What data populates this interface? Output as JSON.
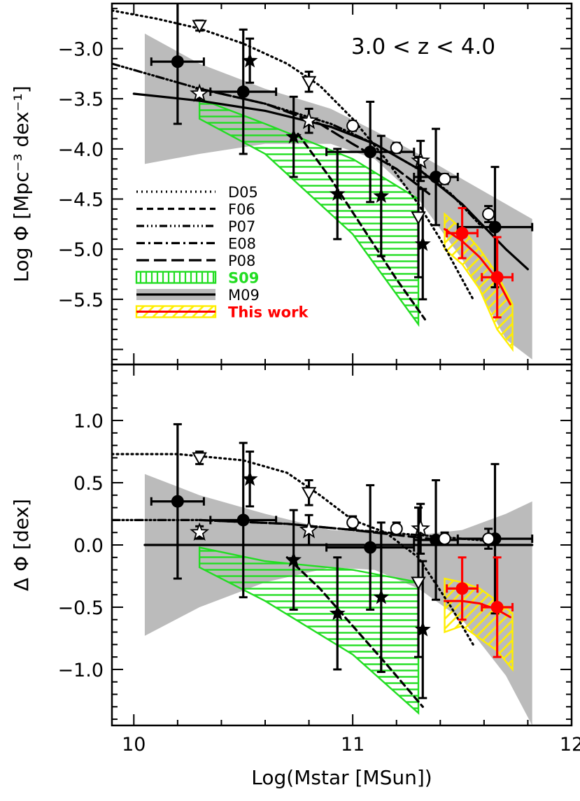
{
  "chart_data": [
    {
      "type": "line",
      "panel": "top",
      "annotation": "3.0 < z < 4.0",
      "ylabel": "Log Φ [Mpc⁻³ dex⁻¹]",
      "xlabel": "",
      "xlim": [
        9.9,
        12.0
      ],
      "ylim": [
        -6.15,
        -2.55
      ],
      "x_ticks": [
        10,
        11,
        12
      ],
      "x_tick_labels": [
        "",
        "",
        ""
      ],
      "y_ticks": [
        -3.0,
        -3.5,
        -4.0,
        -4.5,
        -5.0,
        -5.5
      ],
      "y_tick_labels": [
        "−3.0",
        "−3.5",
        "−4.0",
        "−4.5",
        "−5.0",
        "−5.5"
      ],
      "legend": {
        "position": "left-middle",
        "entries": [
          {
            "label": "D05",
            "style": "dotted",
            "color": "#000000"
          },
          {
            "label": "F06",
            "style": "dashed",
            "color": "#000000"
          },
          {
            "label": "P07",
            "style": "dash-dot-dot-dot",
            "color": "#000000"
          },
          {
            "label": "E08",
            "style": "dash-dot",
            "color": "#000000"
          },
          {
            "label": "P08",
            "style": "long-dash",
            "color": "#000000"
          },
          {
            "label": "S09",
            "style": "green-hatched-band",
            "color": "#22dd22"
          },
          {
            "label": "M09",
            "style": "gray-band-solid-line",
            "color": "#000000"
          },
          {
            "label": "This work",
            "style": "yellow-hatched-band-red-line",
            "color": "#ff0000"
          }
        ]
      },
      "series": [
        {
          "name": "D05",
          "kind": "curve",
          "style": "dotted",
          "x": [
            9.9,
            10.1,
            10.3,
            10.5,
            10.7,
            10.85,
            11.0,
            11.15,
            11.3,
            11.4,
            11.5,
            11.55
          ],
          "y": [
            -2.62,
            -2.7,
            -2.8,
            -2.95,
            -3.15,
            -3.37,
            -3.7,
            -4.1,
            -4.55,
            -4.9,
            -5.3,
            -5.5
          ]
        },
        {
          "name": "F06",
          "kind": "curve",
          "style": "dashed",
          "x": [
            10.75,
            10.9,
            11.05,
            11.2,
            11.33
          ],
          "y": [
            -3.85,
            -4.3,
            -4.8,
            -5.3,
            -5.7
          ]
        },
        {
          "name": "P07",
          "kind": "curve",
          "style": "dash-dot-dot-dot",
          "x": [
            9.9,
            10.3,
            10.6,
            10.9,
            11.1,
            11.3,
            11.45,
            11.6
          ],
          "y": [
            -3.15,
            -3.4,
            -3.55,
            -3.75,
            -3.95,
            -4.2,
            -4.45,
            -4.8
          ]
        },
        {
          "name": "P08",
          "kind": "curve",
          "style": "long-dash",
          "x": [
            10.3,
            10.6,
            10.85,
            11.0,
            11.2,
            11.35
          ],
          "y": [
            -3.4,
            -3.55,
            -3.75,
            -3.95,
            -4.2,
            -4.45
          ]
        },
        {
          "name": "M09",
          "kind": "curve",
          "style": "solid",
          "x": [
            10.0,
            10.3,
            10.6,
            10.9,
            11.1,
            11.3,
            11.5,
            11.7,
            11.8
          ],
          "y": [
            -3.45,
            -3.52,
            -3.62,
            -3.78,
            -3.95,
            -4.2,
            -4.55,
            -5.0,
            -5.2
          ]
        },
        {
          "name": "M09 band",
          "kind": "band",
          "color": "#bbbbbb",
          "x": [
            10.05,
            10.3,
            10.6,
            10.9,
            11.1,
            11.3,
            11.5,
            11.7,
            11.82
          ],
          "y_upper": [
            -2.85,
            -3.15,
            -3.4,
            -3.6,
            -3.82,
            -4.05,
            -4.3,
            -4.55,
            -4.7
          ],
          "y_lower": [
            -4.15,
            -4.05,
            -3.95,
            -3.95,
            -4.1,
            -4.5,
            -5.1,
            -5.9,
            -6.1
          ]
        },
        {
          "name": "S09 band",
          "kind": "band",
          "color": "#22dd22",
          "hatch": "horizontal",
          "x": [
            10.3,
            10.6,
            11.0,
            11.3
          ],
          "y_upper": [
            -3.5,
            -3.75,
            -4.1,
            -4.5
          ],
          "y_lower": [
            -3.7,
            -4.05,
            -4.85,
            -5.75
          ]
        },
        {
          "name": "This work band",
          "kind": "band",
          "color": "#ffee00",
          "hatch": "diagonal",
          "x": [
            11.42,
            11.5,
            11.58,
            11.66,
            11.73
          ],
          "y_upper": [
            -4.65,
            -4.8,
            -5.0,
            -5.25,
            -5.55
          ],
          "y_lower": [
            -5.0,
            -5.15,
            -5.4,
            -5.8,
            -6.0
          ]
        },
        {
          "name": "This work",
          "kind": "curve",
          "style": "solid-red",
          "color": "#ff0000",
          "x": [
            11.42,
            11.5,
            11.58,
            11.66,
            11.72
          ],
          "y": [
            -4.8,
            -4.92,
            -5.08,
            -5.3,
            -5.55
          ]
        },
        {
          "name": "black filled circles",
          "kind": "points",
          "marker": "filled-circle",
          "color": "#000000",
          "x": [
            10.2,
            10.5,
            11.08,
            11.38,
            11.65
          ],
          "y": [
            -3.13,
            -3.43,
            -4.03,
            -4.28,
            -4.78
          ],
          "xerr": [
            0.12,
            0.15,
            0.2,
            0.1,
            0.17
          ],
          "yerr": [
            0.62,
            0.62,
            0.5,
            0.48,
            0.6
          ]
        },
        {
          "name": "black filled stars",
          "kind": "points",
          "marker": "filled-star",
          "color": "#000000",
          "x": [
            10.53,
            10.73,
            10.93,
            11.13,
            11.32
          ],
          "y": [
            -3.12,
            -3.88,
            -4.45,
            -4.47,
            -4.95
          ],
          "xerr": [
            0,
            0,
            0,
            0,
            0
          ],
          "yerr": [
            0.22,
            0.4,
            0.45,
            0.6,
            0.55
          ]
        },
        {
          "name": "open stars",
          "kind": "points",
          "marker": "open-star",
          "color": "#000000",
          "x": [
            10.3,
            10.8,
            11.31
          ],
          "y": [
            -3.45,
            -3.72,
            -4.12
          ],
          "xerr": [
            0,
            0,
            0
          ],
          "yerr": [
            0.05,
            0.12,
            0.2
          ]
        },
        {
          "name": "open triangles",
          "kind": "points",
          "marker": "open-triangle",
          "color": "#000000",
          "x": [
            10.3,
            10.8,
            11.3
          ],
          "y": [
            -2.77,
            -3.33,
            -4.68
          ],
          "xerr": [
            0,
            0,
            0
          ],
          "yerr": [
            0.05,
            0.1,
            0.6
          ]
        },
        {
          "name": "open circles",
          "kind": "points",
          "marker": "open-circle",
          "color": "#000000",
          "x": [
            11.0,
            11.2,
            11.42,
            11.62
          ],
          "y": [
            -3.77,
            -3.99,
            -4.3,
            -4.65
          ],
          "xerr": [
            0,
            0,
            0,
            0
          ],
          "yerr": [
            0.05,
            0.05,
            0.05,
            0.08
          ]
        },
        {
          "name": "red filled circles",
          "kind": "points",
          "marker": "filled-circle",
          "color": "#ff0000",
          "x": [
            11.5,
            11.66
          ],
          "y": [
            -4.84,
            -5.28
          ],
          "xerr": [
            0.07,
            0.07
          ],
          "yerr": [
            0.25,
            0.4
          ]
        }
      ]
    },
    {
      "type": "line",
      "panel": "bottom",
      "ylabel": "Δ Φ [dex]",
      "xlabel": "Log(Mstar [MSun])",
      "xlim": [
        9.9,
        12.0
      ],
      "ylim": [
        -1.45,
        1.45
      ],
      "x_ticks": [
        10,
        11,
        12
      ],
      "x_tick_labels": [
        "10",
        "11",
        "12"
      ],
      "y_ticks": [
        1.0,
        0.5,
        0.0,
        -0.5,
        -1.0
      ],
      "y_tick_labels": [
        "1.0",
        "0.5",
        "0.0",
        "−0.5",
        "−1.0"
      ],
      "series": [
        {
          "name": "D05",
          "kind": "curve",
          "style": "dotted",
          "x": [
            9.9,
            10.2,
            10.5,
            10.7,
            10.85,
            11.0,
            11.15,
            11.3,
            11.45,
            11.55
          ],
          "y": [
            0.73,
            0.73,
            0.68,
            0.58,
            0.4,
            0.2,
            0.1,
            -0.1,
            -0.5,
            -0.8
          ]
        },
        {
          "name": "F06",
          "kind": "curve",
          "style": "dashed",
          "x": [
            10.7,
            10.85,
            11.0,
            11.15,
            11.32
          ],
          "y": [
            -0.1,
            -0.35,
            -0.65,
            -0.95,
            -1.3
          ]
        },
        {
          "name": "P07",
          "kind": "curve",
          "style": "dash-dot-dot-dot",
          "x": [
            9.9,
            10.3,
            10.7,
            11.0,
            11.3,
            11.5,
            11.65
          ],
          "y": [
            0.2,
            0.2,
            0.17,
            0.12,
            0.08,
            0.05,
            0.03
          ]
        },
        {
          "name": "P08",
          "kind": "curve",
          "style": "long-dash",
          "x": [
            10.3,
            10.7,
            11.0,
            11.2,
            11.35
          ],
          "y": [
            0.2,
            0.17,
            0.12,
            0.08,
            0.05
          ]
        },
        {
          "name": "M09",
          "kind": "curve",
          "style": "solid",
          "x": [
            10.05,
            11.82
          ],
          "y": [
            0.0,
            0.0
          ]
        },
        {
          "name": "M09 band",
          "kind": "band",
          "color": "#bbbbbb",
          "x": [
            10.05,
            10.3,
            10.6,
            10.9,
            11.1,
            11.3,
            11.5,
            11.7,
            11.82
          ],
          "y_upper": [
            0.57,
            0.4,
            0.25,
            0.12,
            0.1,
            0.08,
            0.12,
            0.25,
            0.35
          ],
          "y_lower": [
            -0.73,
            -0.5,
            -0.3,
            -0.18,
            -0.2,
            -0.35,
            -0.6,
            -1.05,
            -1.45
          ]
        },
        {
          "name": "S09 band",
          "kind": "band",
          "color": "#22dd22",
          "hatch": "horizontal",
          "x": [
            10.3,
            10.6,
            11.0,
            11.3
          ],
          "y_upper": [
            -0.02,
            -0.13,
            -0.2,
            -0.3
          ],
          "y_lower": [
            -0.18,
            -0.45,
            -0.88,
            -1.35
          ]
        },
        {
          "name": "This work band",
          "kind": "band",
          "color": "#ffee00",
          "hatch": "diagonal",
          "x": [
            11.42,
            11.5,
            11.58,
            11.66,
            11.73
          ],
          "y_upper": [
            -0.27,
            -0.3,
            -0.35,
            -0.45,
            -0.55
          ],
          "y_lower": [
            -0.7,
            -0.65,
            -0.75,
            -0.85,
            -1.0
          ]
        },
        {
          "name": "This work",
          "kind": "curve",
          "style": "solid-red",
          "color": "#ff0000",
          "x": [
            11.42,
            11.5,
            11.58,
            11.66,
            11.72
          ],
          "y": [
            -0.45,
            -0.45,
            -0.47,
            -0.52,
            -0.58
          ]
        },
        {
          "name": "black filled circles",
          "kind": "points",
          "marker": "filled-circle",
          "color": "#000000",
          "x": [
            10.2,
            10.5,
            11.08,
            11.38,
            11.65
          ],
          "y": [
            0.35,
            0.2,
            -0.02,
            0.04,
            0.05
          ],
          "xerr": [
            0.12,
            0.15,
            0.2,
            0.1,
            0.17
          ],
          "yerr": [
            0.62,
            0.62,
            0.5,
            0.48,
            0.6
          ]
        },
        {
          "name": "black filled stars",
          "kind": "points",
          "marker": "filled-star",
          "color": "#000000",
          "x": [
            10.53,
            10.73,
            10.93,
            11.13,
            11.32
          ],
          "y": [
            0.53,
            -0.12,
            -0.55,
            -0.42,
            -0.68
          ],
          "xerr": [
            0,
            0,
            0,
            0,
            0
          ],
          "yerr": [
            0.22,
            0.4,
            0.45,
            0.6,
            0.55
          ]
        },
        {
          "name": "open stars",
          "kind": "points",
          "marker": "open-star",
          "color": "#000000",
          "x": [
            10.3,
            10.8,
            11.31
          ],
          "y": [
            0.1,
            0.12,
            0.13
          ],
          "xerr": [
            0,
            0,
            0
          ],
          "yerr": [
            0.05,
            0.12,
            0.2
          ]
        },
        {
          "name": "open triangles",
          "kind": "points",
          "marker": "open-triangle",
          "color": "#000000",
          "x": [
            10.3,
            10.8,
            11.3
          ],
          "y": [
            0.7,
            0.42,
            -0.3
          ],
          "xerr": [
            0,
            0,
            0
          ],
          "yerr": [
            0.05,
            0.1,
            0.6
          ]
        },
        {
          "name": "open circles",
          "kind": "points",
          "marker": "open-circle",
          "color": "#000000",
          "x": [
            11.0,
            11.2,
            11.42,
            11.62
          ],
          "y": [
            0.18,
            0.13,
            0.05,
            0.05
          ],
          "xerr": [
            0,
            0,
            0,
            0
          ],
          "yerr": [
            0.05,
            0.05,
            0.05,
            0.08
          ]
        },
        {
          "name": "red filled circles",
          "kind": "points",
          "marker": "filled-circle",
          "color": "#ff0000",
          "x": [
            11.5,
            11.66
          ],
          "y": [
            -0.35,
            -0.5
          ],
          "xerr": [
            0.07,
            0.07
          ],
          "yerr": [
            0.25,
            0.4
          ]
        }
      ]
    }
  ]
}
